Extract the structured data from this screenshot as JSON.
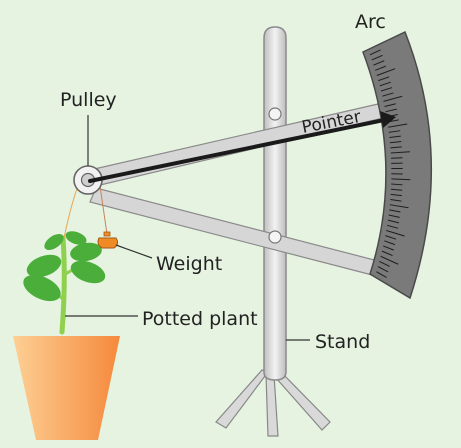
{
  "labels": {
    "arc": "Arc",
    "pulley": "Pulley",
    "pointer": "Pointer",
    "weight": "Weight",
    "potted_plant": "Potted plant",
    "stand": "Stand"
  },
  "colors": {
    "background": "#e6f3e1",
    "arc_fill": "#7a7a7a",
    "stand_fill": "#d9d9d9",
    "pot_light": "#fdcf94",
    "pot_dark": "#f5893c",
    "leaf": "#4cae3a",
    "stem": "#8fd14f",
    "weight": "#f08a24",
    "pointer": "#1a1a1a"
  }
}
